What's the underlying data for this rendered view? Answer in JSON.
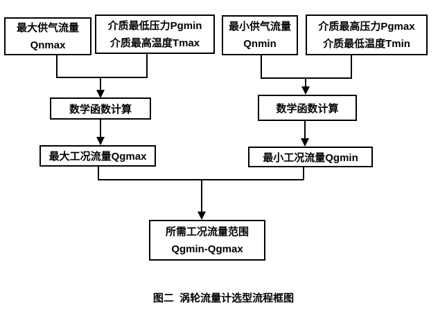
{
  "diagram": {
    "type": "flowchart",
    "caption": "图二  涡轮流量计选型流程框图",
    "colors": {
      "line": "#000000",
      "text": "#000000",
      "background": "#ffffff"
    },
    "nodes": {
      "qnmax": {
        "line1": "最大供气流量",
        "line2": "Qnmax"
      },
      "pgmin_tmax": {
        "line1": "介质最低压力Pgmin",
        "line2": "介质最高温度Tmax"
      },
      "qnmin": {
        "line1": "最小供气流量",
        "line2": "Qnmin"
      },
      "pgmax_tmin": {
        "line1": "介质最高压力Pgmax",
        "line2": "介质最低温度Tmin"
      },
      "math_left": {
        "label": "数学函数计算"
      },
      "math_right": {
        "label": "数学函数计算"
      },
      "qgmax": {
        "label": "最大工况流量Qgmax"
      },
      "qgmin": {
        "label": "最小工况流量Qgmin"
      },
      "result": {
        "line1": "所需工况流量范围",
        "line2": "Qgmin-Qgmax"
      }
    },
    "edges": [
      "qnmax -> math_left",
      "pgmin_tmax -> math_left",
      "math_left -> qgmax",
      "qnmin -> math_right",
      "pgmax_tmin -> math_right",
      "math_right -> qgmin",
      "qgmax -> result",
      "qgmin -> result"
    ]
  }
}
